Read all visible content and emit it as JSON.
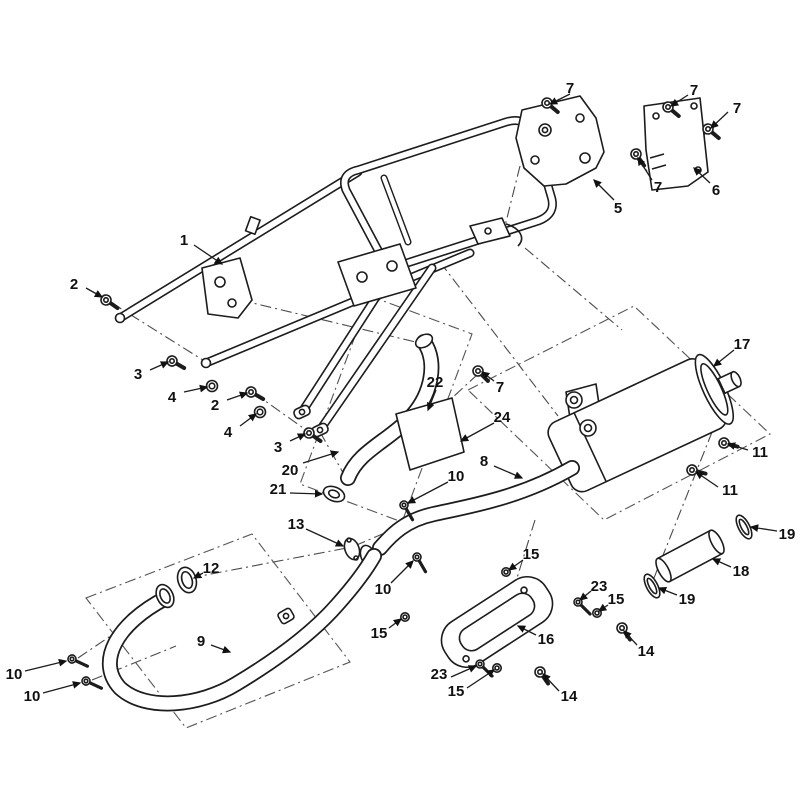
{
  "figure": {
    "type": "exploded-parts-diagram",
    "background": "#ffffff",
    "line_color": "#1c1c1c",
    "accent_color": "#111111"
  },
  "callouts": [
    {
      "text": "7"
    },
    {
      "text": "7"
    },
    {
      "text": "7"
    },
    {
      "text": "7"
    },
    {
      "text": "6"
    },
    {
      "text": "5"
    },
    {
      "text": "1"
    },
    {
      "text": "2"
    },
    {
      "text": "3"
    },
    {
      "text": "4"
    },
    {
      "text": "2"
    },
    {
      "text": "4"
    },
    {
      "text": "3"
    },
    {
      "text": "20"
    },
    {
      "text": "22"
    },
    {
      "text": "7"
    },
    {
      "text": "24"
    },
    {
      "text": "17"
    },
    {
      "text": "8"
    },
    {
      "text": "10"
    },
    {
      "text": "11"
    },
    {
      "text": "11"
    },
    {
      "text": "21"
    },
    {
      "text": "13"
    },
    {
      "text": "12"
    },
    {
      "text": "10"
    },
    {
      "text": "15"
    },
    {
      "text": "23"
    },
    {
      "text": "15"
    },
    {
      "text": "19"
    },
    {
      "text": "18"
    },
    {
      "text": "19"
    },
    {
      "text": "16"
    },
    {
      "text": "14"
    },
    {
      "text": "9"
    },
    {
      "text": "15"
    },
    {
      "text": "10"
    },
    {
      "text": "10"
    },
    {
      "text": "23"
    },
    {
      "text": "15"
    },
    {
      "text": "14"
    }
  ]
}
